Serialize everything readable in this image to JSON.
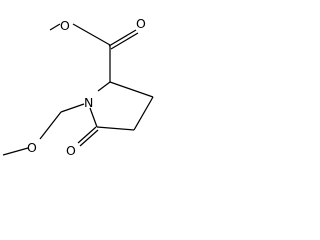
{
  "molecule": {
    "atom_labels": {
      "carbonyl_oxygen_ester": "O",
      "ester_oxygen": "O",
      "ring_nitrogen": "N",
      "ether_oxygen": "O",
      "lactam_oxygen": "O"
    },
    "colors": {
      "bond": "#000000",
      "label": "#000000",
      "background": "#ffffff"
    }
  }
}
